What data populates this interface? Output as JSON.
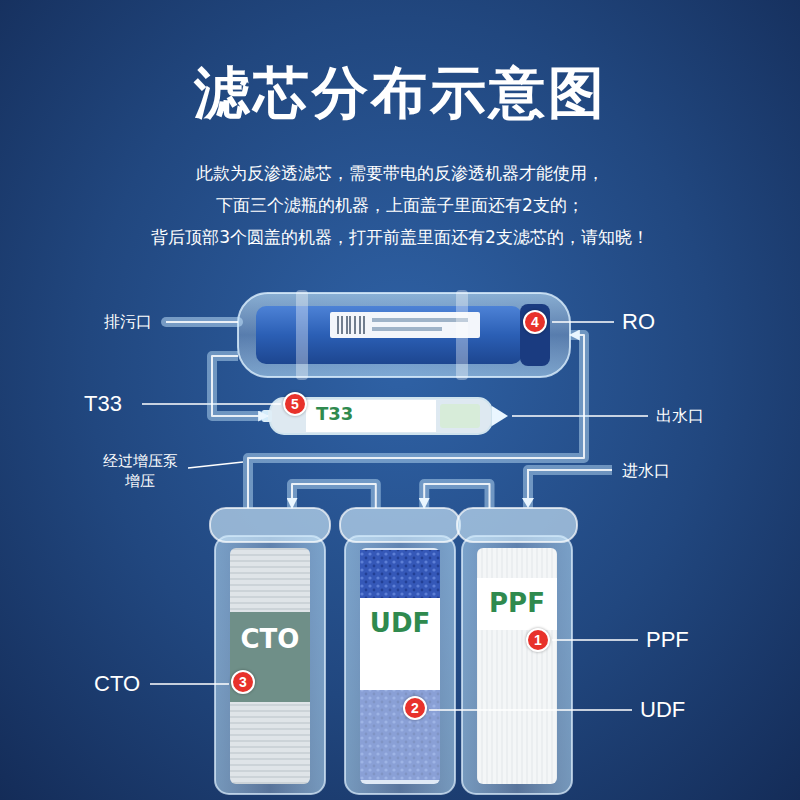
{
  "diagram": {
    "title": "滤芯分布示意图",
    "nodes": [
      {
        "text": [
          "4"
        ]
      },
      {
        "text": [
          "T33",
          "5"
        ]
      },
      {
        "text": [
          "CTO",
          "3"
        ]
      },
      {
        "text": [
          "UDF",
          "2"
        ]
      },
      {
        "text": [
          "PPF",
          "1"
        ]
      }
    ],
    "edges": [
      {
        "from": 4,
        "to": 3,
        "arrow": "to"
      },
      {
        "from": 3,
        "to": 2,
        "arrow": "to"
      },
      {
        "from": 2,
        "to": 0,
        "arrow": "to"
      },
      {
        "from": 0,
        "to": 1,
        "arrow": "to"
      }
    ],
    "labels": [
      "此款为反渗透滤芯，需要带电的反渗透机器才能使用，",
      "下面三个滤瓶的机器，上面盖子里面还有2支的；",
      "背后顶部3个圆盖的机器，打开前盖里面还有2支滤芯的，请知晓！",
      "排污口",
      "RO",
      "T33",
      "出水口",
      "经过增压泵 增压",
      "进水口",
      "PPF",
      "CTO",
      "UDF"
    ]
  }
}
